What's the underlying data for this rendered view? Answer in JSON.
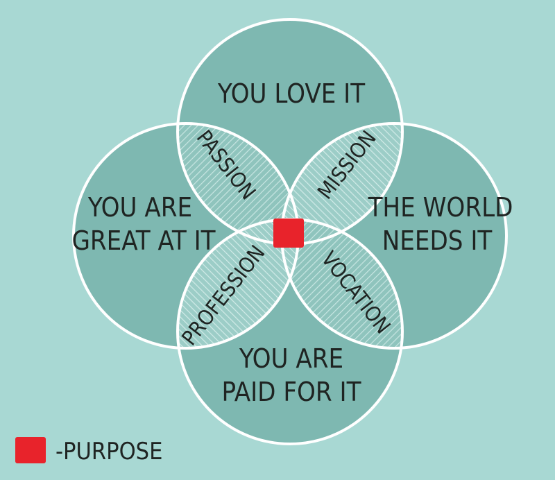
{
  "diagram": {
    "circles": {
      "top": {
        "line1": "YOU LOVE IT"
      },
      "left": {
        "line1": "YOU ARE",
        "line2": "GREAT AT IT"
      },
      "right": {
        "line1": "THE WORLD",
        "line2": "NEEDS IT"
      },
      "bottom": {
        "line1": "YOU ARE",
        "line2": "PAID FOR IT"
      }
    },
    "overlaps": {
      "top_left": "PASSION",
      "top_right": "MISSION",
      "bottom_left": "PROFESSION",
      "bottom_right": "VOCATION"
    },
    "center_marker_color": "#e8232b"
  },
  "legend": {
    "label": "-PURPOSE",
    "swatch_color": "#e8232b"
  },
  "colors": {
    "background": "#a8d8d3",
    "circle_fill": "#7eb8b1",
    "outline": "#ffffff",
    "text": "#1f2422"
  }
}
